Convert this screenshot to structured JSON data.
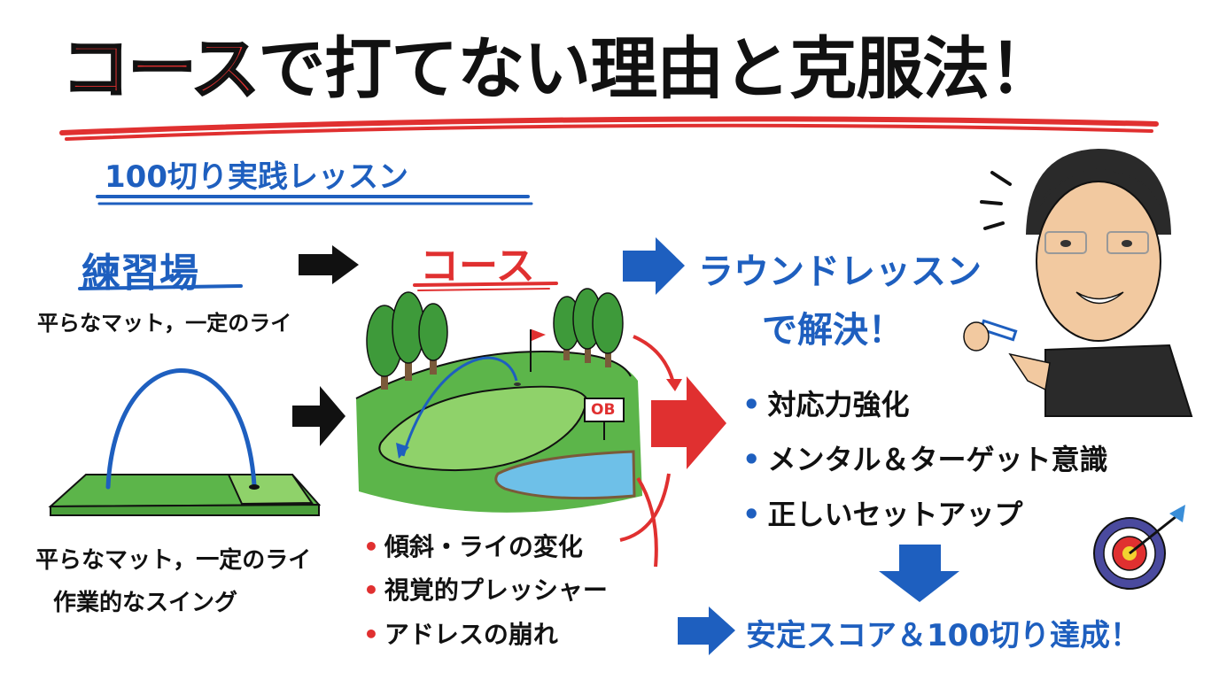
{
  "title": {
    "part_red": "コース",
    "part_black": "で打てない理由と克服法！"
  },
  "subtitle": "100切り実践レッスン",
  "practice_range": {
    "heading": "練習場",
    "caption": "平らなマット，一定のライ",
    "points": [
      "平らなマット，一定のライ",
      "作業的なスイング"
    ]
  },
  "course": {
    "heading": "コース",
    "sign": "OB",
    "issues": [
      "傾斜・ライの変化",
      "視覚的プレッシャー",
      "アドレスの崩れ"
    ]
  },
  "solution": {
    "heading_line1": "ラウンドレッスン",
    "heading_line2": "で解決！",
    "benefits": [
      "対応力強化",
      "メンタル＆ターゲット意識",
      "正しいセットアップ"
    ],
    "result": "安定スコア＆100切り達成！"
  },
  "icons": [
    "arrow-right-icon",
    "target-icon",
    "instructor-illustration",
    "golf-course-illustration",
    "practice-mat-illustration"
  ],
  "colors": {
    "red": "#e03030",
    "blue": "#1e5fbf",
    "black": "#111111",
    "green": "#5cb54a"
  }
}
